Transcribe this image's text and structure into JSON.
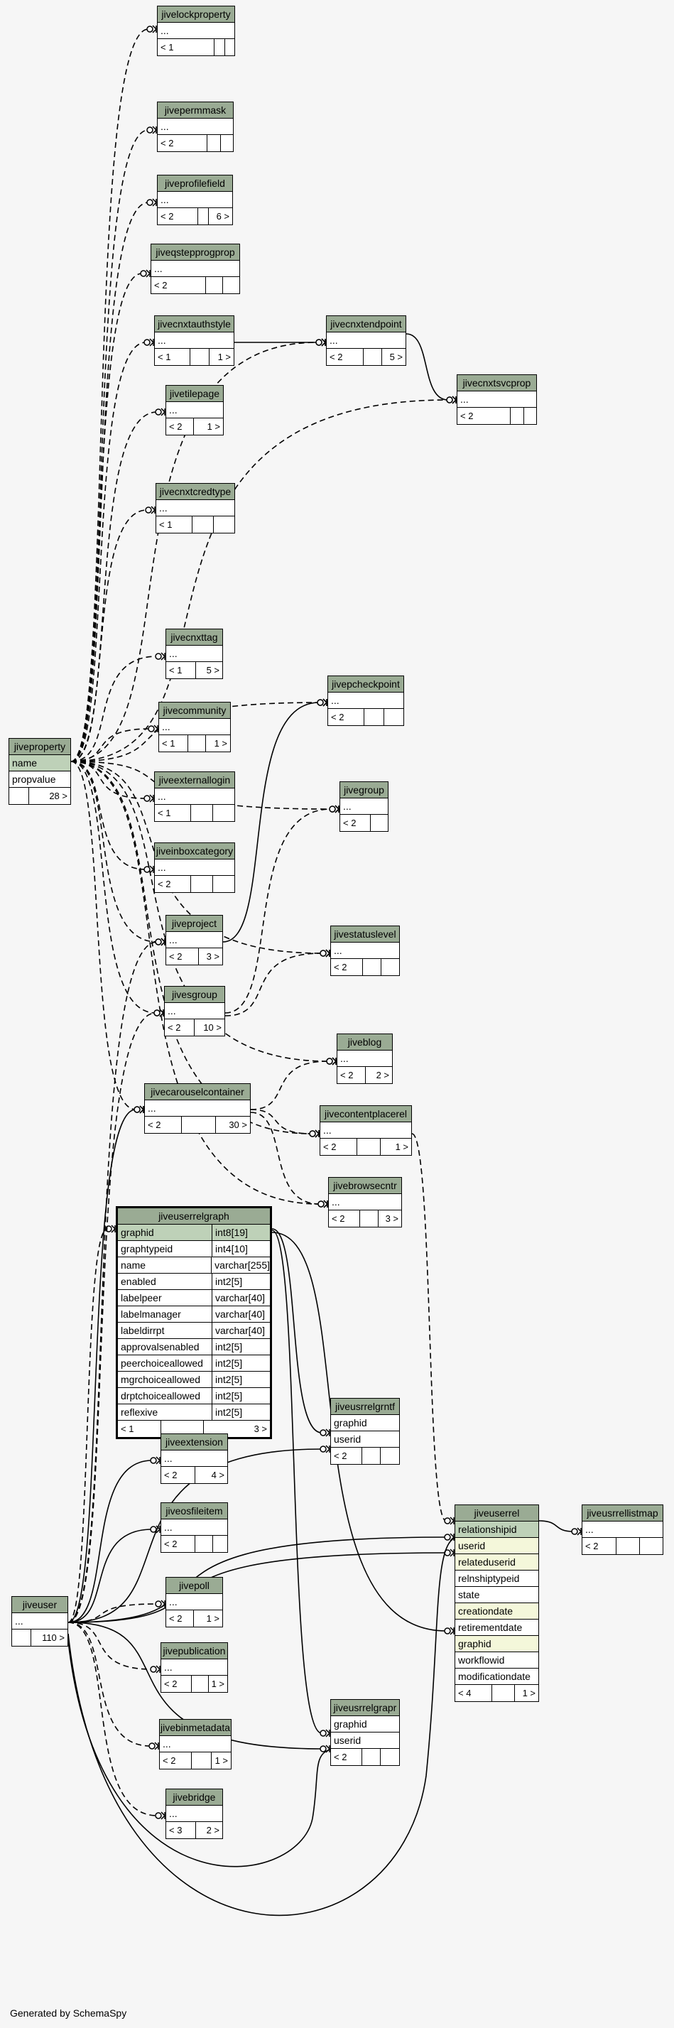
{
  "footer": "Generated by SchemaSpy",
  "tables": [
    {
      "id": "jivelockproperty",
      "title": "jivelockproperty",
      "rows": [
        "..."
      ],
      "foot": [
        "< 1",
        "",
        ""
      ]
    },
    {
      "id": "jivepermmask",
      "title": "jivepermmask",
      "rows": [
        "..."
      ],
      "foot": [
        "< 2",
        "",
        ""
      ]
    },
    {
      "id": "jiveprofilefield",
      "title": "jiveprofilefield",
      "rows": [
        "..."
      ],
      "foot": [
        "< 2",
        "",
        "6 >"
      ]
    },
    {
      "id": "jiveqstepprogprop",
      "title": "jiveqstepprogprop",
      "rows": [
        "..."
      ],
      "foot": [
        "< 2",
        "",
        ""
      ]
    },
    {
      "id": "jivecnxtauthstyle",
      "title": "jivecnxtauthstyle",
      "rows": [
        "..."
      ],
      "foot": [
        "< 1",
        "",
        "1 >"
      ]
    },
    {
      "id": "jivecnxtendpoint",
      "title": "jivecnxtendpoint",
      "rows": [
        "..."
      ],
      "foot": [
        "< 2",
        "",
        "5 >"
      ]
    },
    {
      "id": "jivecnxtsvcprop",
      "title": "jivecnxtsvcprop",
      "rows": [
        "..."
      ],
      "foot": [
        "< 2",
        "",
        ""
      ]
    },
    {
      "id": "jivetilepage",
      "title": "jivetilepage",
      "rows": [
        "..."
      ],
      "foot": [
        "< 2",
        "1 >"
      ]
    },
    {
      "id": "jivecnxtcredtype",
      "title": "jivecnxtcredtype",
      "rows": [
        "..."
      ],
      "foot": [
        "< 1",
        "",
        ""
      ]
    },
    {
      "id": "jivecnxttag",
      "title": "jivecnxttag",
      "rows": [
        "..."
      ],
      "foot": [
        "< 1",
        "5 >"
      ]
    },
    {
      "id": "jivepcheckpoint",
      "title": "jivepcheckpoint",
      "rows": [
        "..."
      ],
      "foot": [
        "< 2",
        "",
        ""
      ]
    },
    {
      "id": "jivecommunity",
      "title": "jivecommunity",
      "rows": [
        "..."
      ],
      "foot": [
        "< 1",
        "",
        "1 >"
      ]
    },
    {
      "id": "jiveproperty",
      "title": "jiveproperty",
      "rows": [
        "name",
        "propvalue"
      ],
      "keyrows": [
        0
      ],
      "foot": [
        "",
        "28 >"
      ]
    },
    {
      "id": "jiveexternallogin",
      "title": "jiveexternallogin",
      "rows": [
        "..."
      ],
      "foot": [
        "< 1",
        "",
        ""
      ]
    },
    {
      "id": "jivegroup",
      "title": "jivegroup",
      "rows": [
        "..."
      ],
      "foot": [
        "< 2",
        ""
      ]
    },
    {
      "id": "jiveinboxcategory",
      "title": "jiveinboxcategory",
      "rows": [
        "..."
      ],
      "foot": [
        "< 2",
        "",
        ""
      ]
    },
    {
      "id": "jiveproject",
      "title": "jiveproject",
      "rows": [
        "..."
      ],
      "foot": [
        "< 2",
        "3 >"
      ]
    },
    {
      "id": "jivestatuslevel",
      "title": "jivestatuslevel",
      "rows": [
        "..."
      ],
      "foot": [
        "< 2",
        "",
        ""
      ]
    },
    {
      "id": "jivesgroup",
      "title": "jivesgroup",
      "rows": [
        "..."
      ],
      "foot": [
        "< 2",
        "10 >"
      ]
    },
    {
      "id": "jiveblog",
      "title": "jiveblog",
      "rows": [
        "..."
      ],
      "foot": [
        "< 2",
        "2 >"
      ]
    },
    {
      "id": "jivecarouselcontainer",
      "title": "jivecarouselcontainer",
      "rows": [
        "..."
      ],
      "foot": [
        "< 2",
        "",
        "30 >"
      ]
    },
    {
      "id": "jivecontentplacerel",
      "title": "jivecontentplacerel",
      "rows": [
        "..."
      ],
      "foot": [
        "< 2",
        "",
        "1 >"
      ]
    },
    {
      "id": "jivebrowsecntr",
      "title": "jivebrowsecntr",
      "rows": [
        "..."
      ],
      "foot": [
        "< 2",
        "",
        "3 >"
      ]
    },
    {
      "id": "jiveuserrelgraph",
      "title": "jiveuserrelgraph",
      "focus": true,
      "cols": [
        [
          "graphid",
          "int8[19]"
        ],
        [
          "graphtypeid",
          "int4[10]"
        ],
        [
          "name",
          "varchar[255]"
        ],
        [
          "enabled",
          "int2[5]"
        ],
        [
          "labelpeer",
          "varchar[40]"
        ],
        [
          "labelmanager",
          "varchar[40]"
        ],
        [
          "labeldirrpt",
          "varchar[40]"
        ],
        [
          "approvalsenabled",
          "int2[5]"
        ],
        [
          "peerchoiceallowed",
          "int2[5]"
        ],
        [
          "mgrchoiceallowed",
          "int2[5]"
        ],
        [
          "drptchoiceallowed",
          "int2[5]"
        ],
        [
          "reflexive",
          "int2[5]"
        ]
      ],
      "keyrows": [
        0
      ],
      "foot": [
        "< 1",
        "",
        "3 >"
      ]
    },
    {
      "id": "jiveusrrelgrntf",
      "title": "jiveusrrelgrntf",
      "rows": [
        "graphid",
        "userid"
      ],
      "foot": [
        "< 2",
        "",
        ""
      ]
    },
    {
      "id": "jiveextension",
      "title": "jiveextension",
      "rows": [
        "..."
      ],
      "foot": [
        "< 2",
        "4 >"
      ]
    },
    {
      "id": "jiveuserrel",
      "title": "jiveuserrel",
      "rows": [
        "relationshipid",
        "userid",
        "relateduserid",
        "relnshiptypeid",
        "state",
        "creationdate",
        "retirementdate",
        "graphid",
        "workflowid",
        "modificationdate"
      ],
      "keyrows": [
        0
      ],
      "fkrows": [
        1,
        2,
        5,
        7
      ],
      "foot": [
        "< 4",
        "",
        "1 >"
      ]
    },
    {
      "id": "jiveusrrellistmap",
      "title": "jiveusrrellistmap",
      "rows": [
        "..."
      ],
      "foot": [
        "< 2",
        "",
        ""
      ]
    },
    {
      "id": "jiveosfileitem",
      "title": "jiveosfileitem",
      "rows": [
        "..."
      ],
      "foot": [
        "< 2",
        "",
        ""
      ]
    },
    {
      "id": "jivepoll",
      "title": "jivepoll",
      "rows": [
        "..."
      ],
      "foot": [
        "< 2",
        "1 >"
      ]
    },
    {
      "id": "jiveuser",
      "title": "jiveuser",
      "rows": [
        "..."
      ],
      "foot": [
        "",
        "110 >"
      ]
    },
    {
      "id": "jivepublication",
      "title": "jivepublication",
      "rows": [
        "..."
      ],
      "foot": [
        "< 2",
        "",
        "1 >"
      ]
    },
    {
      "id": "jiveusrrelgrapr",
      "title": "jiveusrrelgrapr",
      "rows": [
        "graphid",
        "userid"
      ],
      "foot": [
        "< 2",
        "",
        ""
      ]
    },
    {
      "id": "jivebinmetadata",
      "title": "jivebinmetadata",
      "rows": [
        "..."
      ],
      "foot": [
        "< 2",
        "",
        "1 >"
      ]
    },
    {
      "id": "jivebridge",
      "title": "jivebridge",
      "rows": [
        "..."
      ],
      "foot": [
        "< 3",
        "2 >"
      ]
    }
  ]
}
